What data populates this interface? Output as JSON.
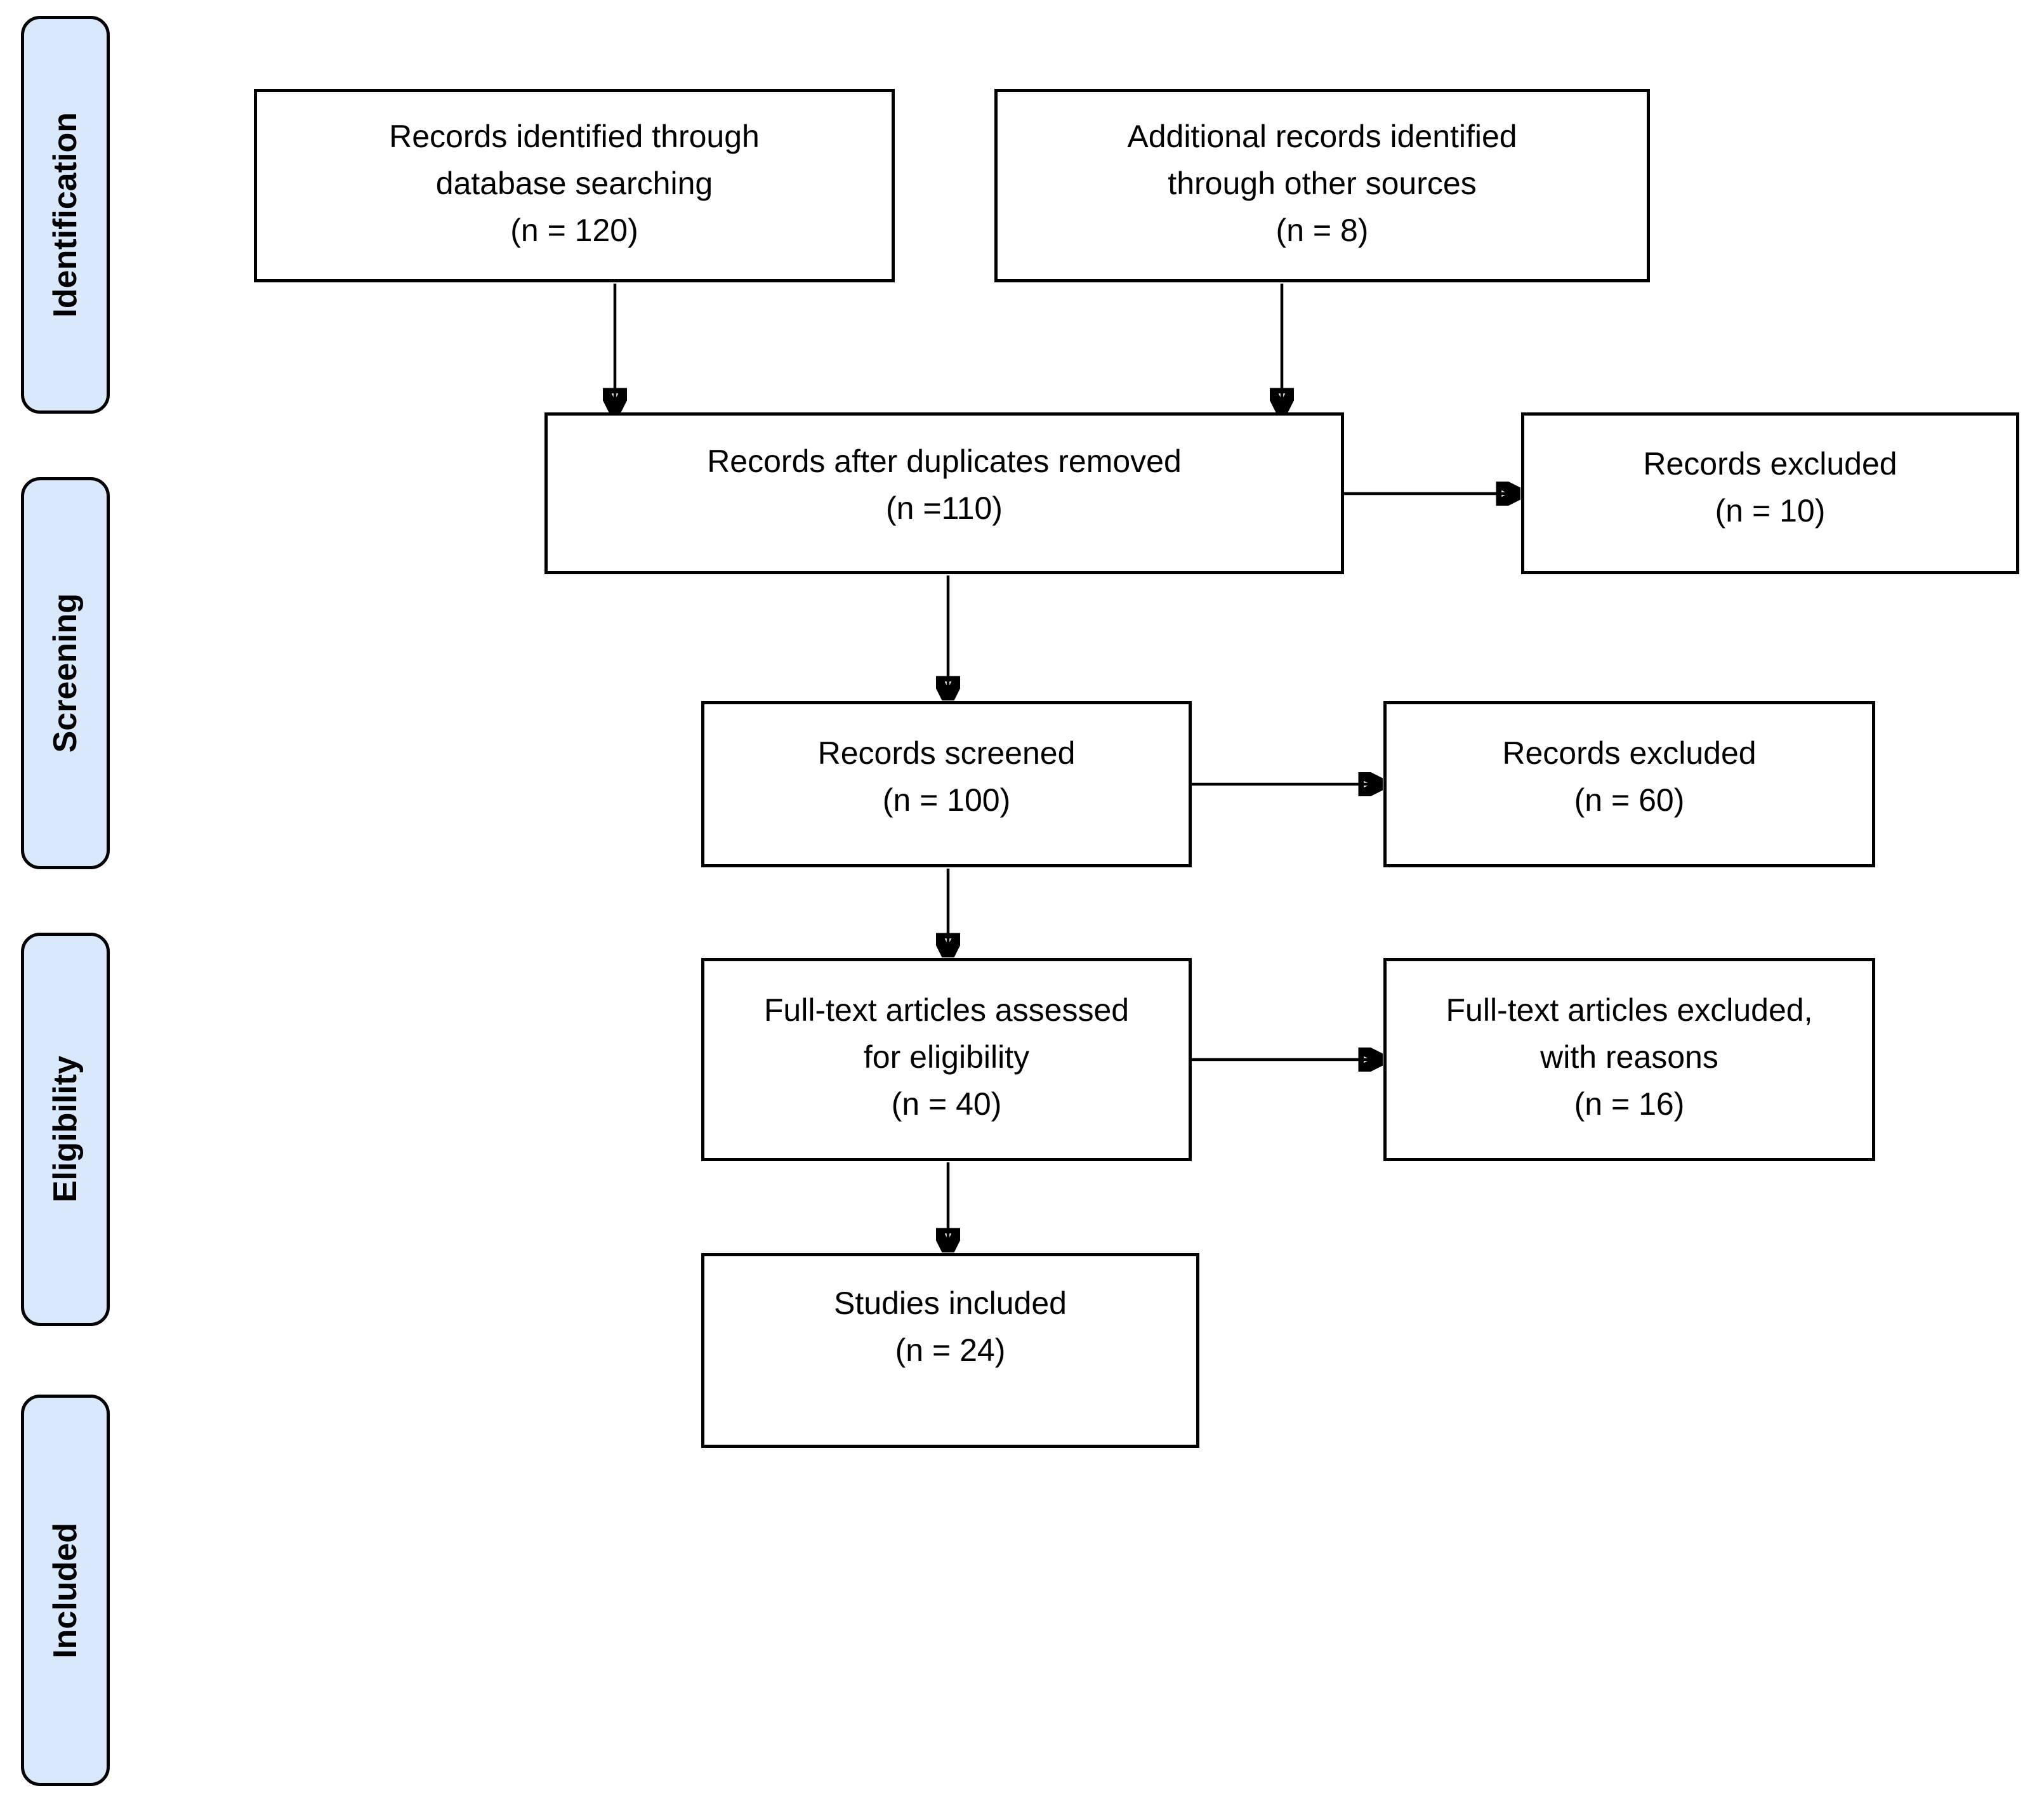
{
  "colors": {
    "stage_fill": "#dae8fc",
    "line": "#000000",
    "box_fill": "#ffffff",
    "background": "#ffffff"
  },
  "sidebar": {
    "items": [
      {
        "label": "Identification"
      },
      {
        "label": "Screening"
      },
      {
        "label": "Eligibility"
      },
      {
        "label": "Included"
      }
    ]
  },
  "flow": {
    "boxes": {
      "records_identified": {
        "lines": [
          "Records identified through",
          "database searching",
          "(n = 120)"
        ]
      },
      "additional_records": {
        "lines": [
          "Additional records identified",
          "through other sources",
          "(n = 8)"
        ]
      },
      "duplicates_removed": {
        "lines": [
          "Records after duplicates removed",
          "(n =110)"
        ]
      },
      "records_excluded_1": {
        "lines": [
          "Records excluded",
          "(n = 10)"
        ]
      },
      "records_screened": {
        "lines": [
          "Records screened",
          "(n = 100)"
        ]
      },
      "records_excluded_2": {
        "lines": [
          "Records excluded",
          "(n = 60)"
        ]
      },
      "fulltext_assessed": {
        "lines": [
          "Full-text articles assessed",
          "for eligibility",
          "(n = 40)"
        ]
      },
      "fulltext_excluded": {
        "lines": [
          "Full-text articles excluded,",
          "with reasons",
          "(n = 16)"
        ]
      },
      "studies_included": {
        "lines": [
          "Studies included",
          "(n = 24)"
        ]
      }
    }
  }
}
